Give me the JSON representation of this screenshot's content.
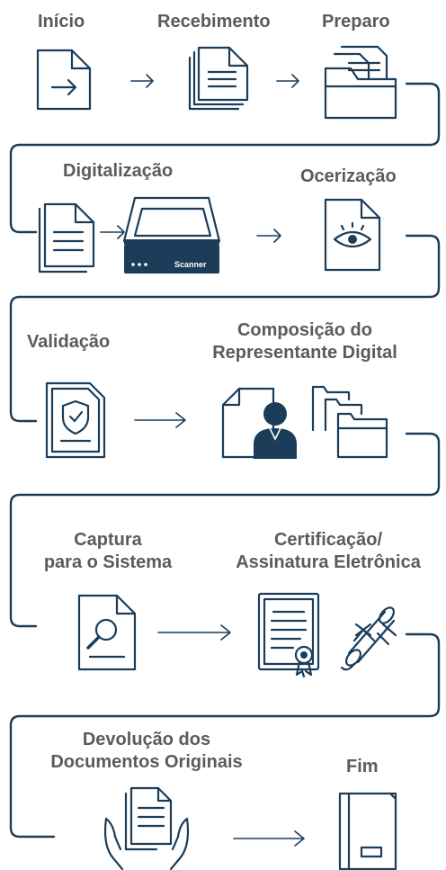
{
  "steps": {
    "inicio": "Início",
    "recebimento": "Recebimento",
    "preparo": "Preparo",
    "digitalizacao": "Digitalização",
    "ocerizacao": "Ocerização",
    "validacao": "Validação",
    "composicao_1": "Composição do",
    "composicao_2": "Representante Digital",
    "captura_1": "Captura",
    "captura_2": "para o Sistema",
    "certificacao_1": "Certificação/",
    "certificacao_2": "Assinatura Eletrônica",
    "devolucao_1": "Devolução dos",
    "devolucao_2": "Documentos Originais",
    "fim": "Fim"
  },
  "scanner_label": "Scanner",
  "colors": {
    "icon": "#1b3d5a",
    "label": "#5b5b5b"
  }
}
